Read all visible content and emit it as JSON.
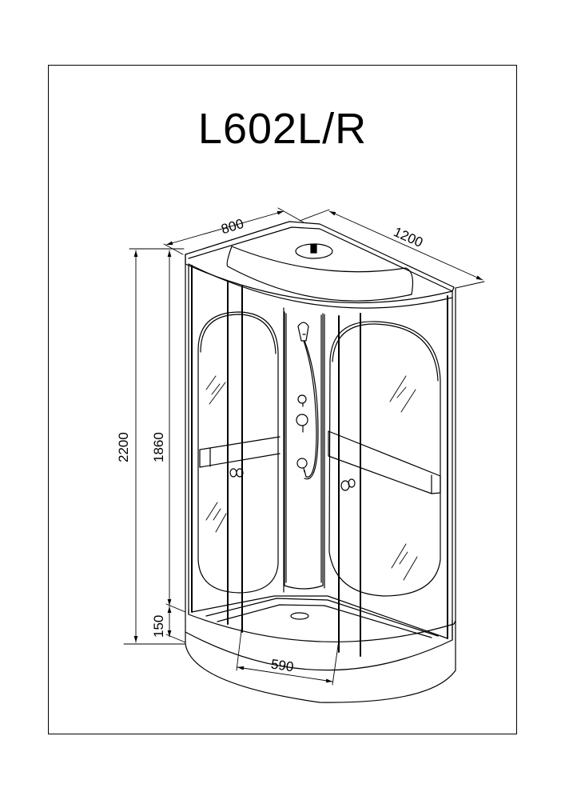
{
  "title": "L602L/R",
  "dimensions": {
    "depth": "800",
    "width": "1200",
    "total_height": "2200",
    "cabin_height": "1860",
    "tray_height": "150",
    "door_opening": "590"
  },
  "colors": {
    "line": "#000000",
    "background": "#ffffff"
  }
}
